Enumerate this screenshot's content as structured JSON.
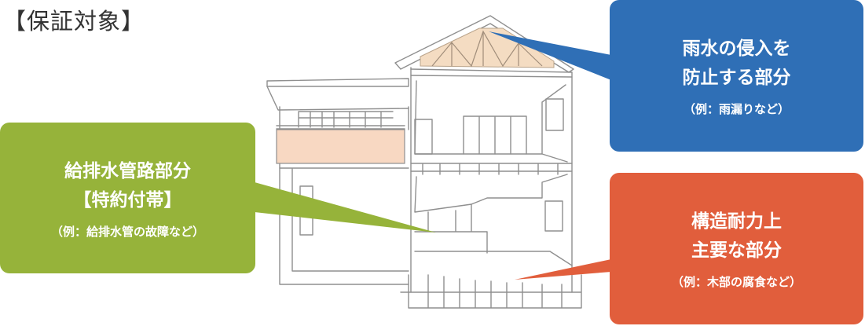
{
  "title": "【保証対象】",
  "callouts": {
    "rain": {
      "line1": "雨水の侵入を",
      "line2": "防止する部分",
      "example": "（例：雨漏りなど）",
      "color": "#2f6fb6"
    },
    "water": {
      "line1": "給排水管路部分",
      "line2": "【特約付帯】",
      "example": "（例：給排水管の故障など）",
      "color": "#96b33a"
    },
    "struct": {
      "line1": "構造耐力上",
      "line2": "主要な部分",
      "example": "（例：木部の腐食など）",
      "color": "#e15e3c"
    }
  }
}
